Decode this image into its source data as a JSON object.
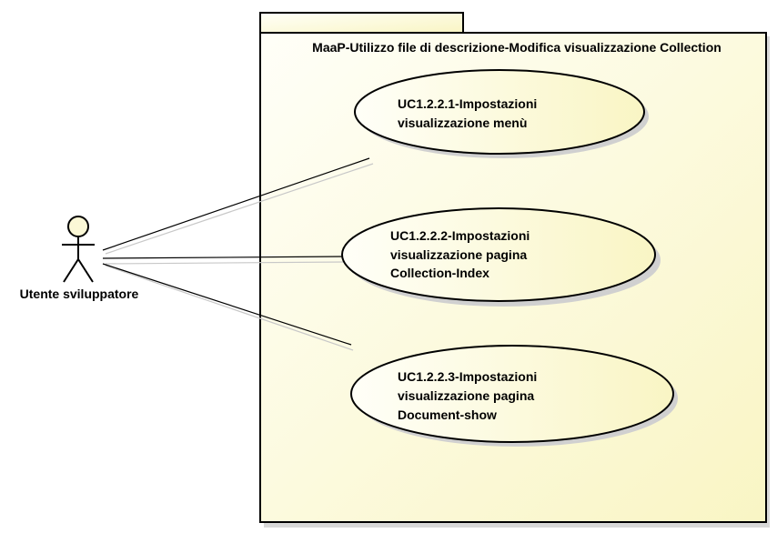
{
  "package": {
    "title": "MaaP-Utilizzo file di descrizione-Modifica visualizzazione Collection"
  },
  "actor": {
    "name": "Utente sviluppatore"
  },
  "use_cases": [
    {
      "lines": [
        "UC1.2.2.1-Impostazioni",
        "visualizzazione menù"
      ]
    },
    {
      "lines": [
        "UC1.2.2.2-Impostazioni",
        "visualizzazione pagina",
        "Collection-Index"
      ]
    },
    {
      "lines": [
        "UC1.2.2.3-Impostazioni",
        "visualizzazione pagina",
        "Document-show"
      ]
    }
  ],
  "colors": {
    "fill_light": "#fffff8",
    "fill_dark": "#f9f5c4",
    "stroke": "#000000",
    "shadow": "#c8c8c8"
  }
}
